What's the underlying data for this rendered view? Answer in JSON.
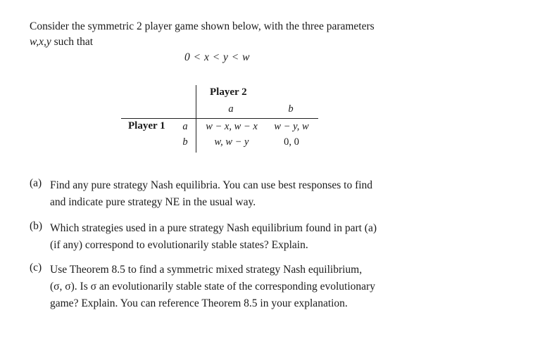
{
  "intro": {
    "line1": "Consider the symmetric 2 player game shown below, with the three parameters",
    "line2_math": "w,x,y",
    "line2_text": " such that",
    "inequality": "0 < x < y < w"
  },
  "payoff_table": {
    "column_player": "Player 2",
    "row_player": "Player 1",
    "column_strategies": [
      "a",
      "b"
    ],
    "row_strategies": [
      "a",
      "b"
    ],
    "cells": [
      [
        "w − x, w − x",
        "w − y, w"
      ],
      [
        "w, w − y",
        "0, 0"
      ]
    ]
  },
  "questions": [
    {
      "label": "(a)",
      "lines": [
        "Find any pure strategy Nash equilibria. You can use best responses to find",
        "and indicate pure strategy NE in the usual way."
      ]
    },
    {
      "label": "(b)",
      "lines": [
        "Which strategies used in a pure strategy Nash equilibrium found in part (a)",
        "(if any) correspond to evolutionarily stable states? Explain."
      ]
    },
    {
      "label": "(c)",
      "lines": [
        "Use Theorem 8.5 to find a symmetric mixed strategy Nash equilibrium,",
        "(σ, σ). Is σ an evolutionarily stable state of the corresponding evolutionary",
        "game? Explain. You can reference Theorem 8.5 in your explanation."
      ]
    }
  ]
}
